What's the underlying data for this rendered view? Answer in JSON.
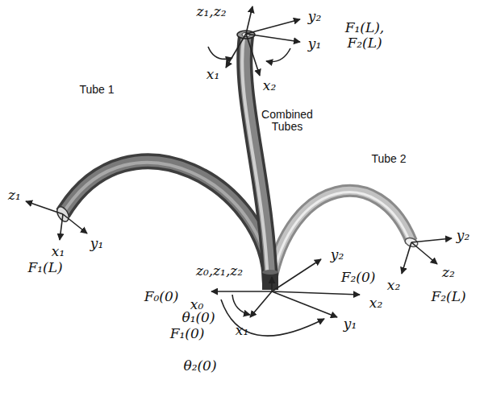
{
  "diagram": {
    "labels": [
      "Tube 1",
      "Combined Tubes",
      "Tube 2",
      "z₁,z₂",
      "y₂",
      "F₁(L), F₂(L)",
      "y₁",
      "x₁",
      "x₂",
      "z₁",
      "x₁",
      "y₁",
      "F₁(L)",
      "y₂",
      "z₂",
      "x₂",
      "F₂(L)",
      "z₀,z₁,z₂",
      "y₂",
      "F₀(0)",
      "x₀",
      "F₂(0)",
      "x₂",
      "θ₁(0)",
      "F₁(0)",
      "x₁",
      "y₁",
      "θ₂(0)"
    ]
  }
}
